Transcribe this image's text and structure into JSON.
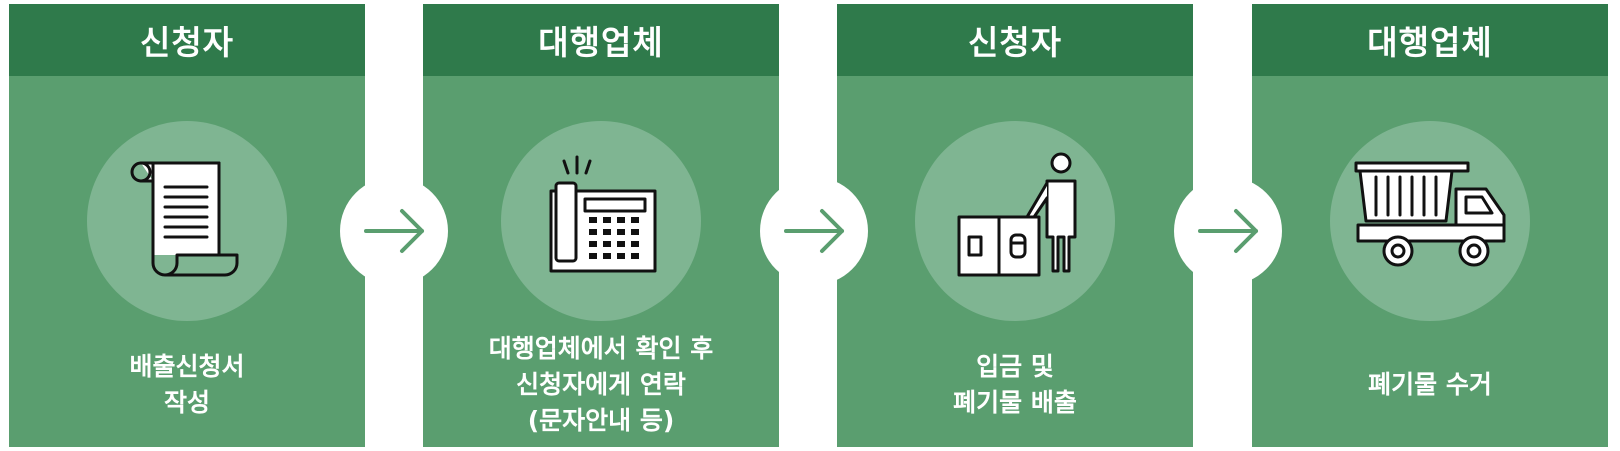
{
  "steps": [
    {
      "actor": "신청자",
      "icon": "document-scroll-icon",
      "lines": [
        "배출신청서",
        "작성"
      ]
    },
    {
      "actor": "대행업체",
      "icon": "office-phone-icon",
      "lines": [
        "대행업체에서 확인 후",
        "신청자에게 연락",
        "(문자안내 등)"
      ]
    },
    {
      "actor": "신청자",
      "icon": "person-disposing-waste-icon",
      "lines": [
        "입금 및",
        "폐기물 배출"
      ]
    },
    {
      "actor": "대행업체",
      "icon": "dump-truck-icon",
      "lines": [
        "폐기물 수거"
      ]
    }
  ],
  "colors": {
    "header": "#2f7a4b",
    "card": "#5a9e6f",
    "icon_circle": "#7fb592",
    "arrow": "#5a9e6f"
  }
}
